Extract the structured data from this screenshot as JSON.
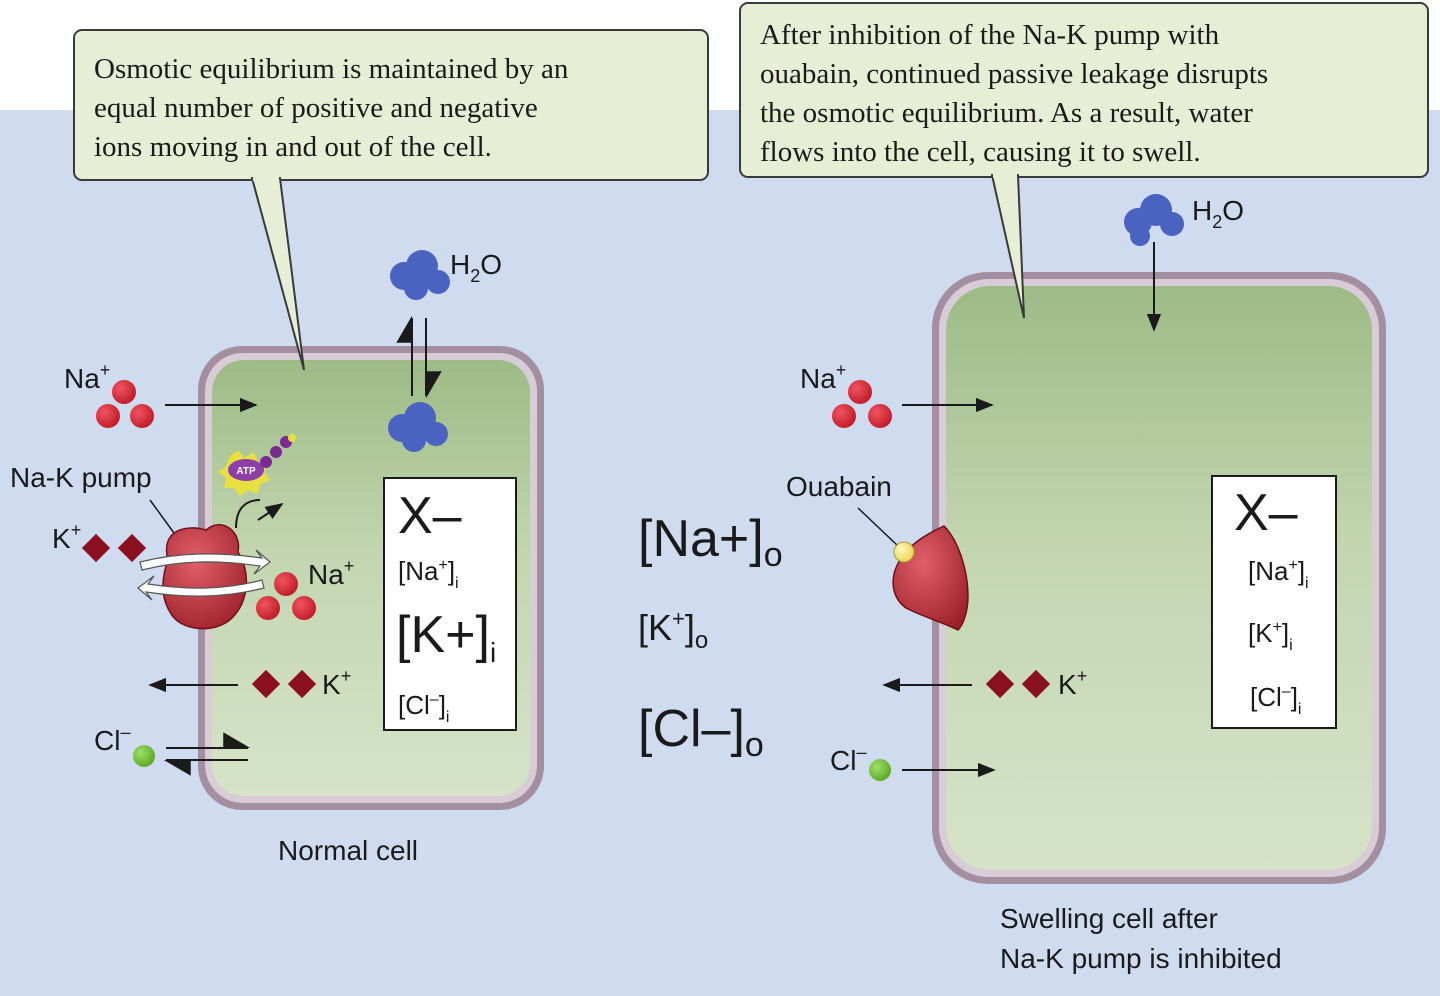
{
  "callout_left": {
    "lines": [
      "Osmotic equilibrium is maintained by an",
      "equal number of positive and negative",
      "ions moving in and out of the cell."
    ]
  },
  "callout_right": {
    "lines": [
      "After inhibition of the Na-K pump with",
      "ouabain, continued passive leakage disrupts",
      "the osmotic equilibrium.  As a result, water",
      "flows into the cell, causing it to swell."
    ]
  },
  "left_cell": {
    "caption": "Normal cell",
    "na_in": "Na",
    "na_in_charge": "+",
    "pump_label": "Na-K pump",
    "atp": "ATP",
    "k_in": "K",
    "k_in_charge": "+",
    "na_out": "Na",
    "na_out_charge": "+",
    "k_out": "K",
    "k_out_charge": "+",
    "cl": "Cl",
    "cl_charge": "–",
    "water": "H",
    "water_sub": "2",
    "water_o": "O",
    "box": {
      "x": "X–",
      "na": "[Na",
      "na_charge": "+",
      "na_close": "]",
      "na_sub": "i",
      "k": "[K+]",
      "k_sub": "i",
      "cl": "[Cl",
      "cl_charge": "–",
      "cl_close": "]",
      "cl_sub": "i"
    }
  },
  "outside": {
    "na": "[Na+]",
    "na_sub": "o",
    "k": "[K",
    "k_charge": "+",
    "k_close": "]",
    "k_sub": "o",
    "cl": "[Cl–]",
    "cl_sub": "o"
  },
  "right_cell": {
    "caption_line1": "Swelling cell after",
    "caption_line2": "Na-K pump is inhibited",
    "na_in": "Na",
    "na_in_charge": "+",
    "ouabain": "Ouabain",
    "k_out": "K",
    "k_out_charge": "+",
    "cl": "Cl",
    "cl_charge": "–",
    "water": "H",
    "water_sub": "2",
    "water_o": "O",
    "box": {
      "x": "X–",
      "na": "[Na",
      "na_charge": "+",
      "na_close": "]",
      "na_sub": "i",
      "k": "[K",
      "k_charge": "+",
      "k_close": "]",
      "k_sub": "i",
      "cl": "[Cl",
      "cl_charge": "–",
      "cl_close": "]",
      "cl_sub": "i"
    }
  },
  "colors": {
    "background": "#cfdcf0",
    "cell_fill_top": "#9dbb86",
    "cell_fill_bottom": "#d6e3c8",
    "membrane": "#a48fa0",
    "callout_fill": "#e6efd6",
    "sodium": "#cc1f2e",
    "potassium": "#8a1020",
    "chloride": "#6ab82e",
    "water": "#4a62c0",
    "pump": "#b8303a",
    "ouabain_ball": "#f2e47a"
  }
}
